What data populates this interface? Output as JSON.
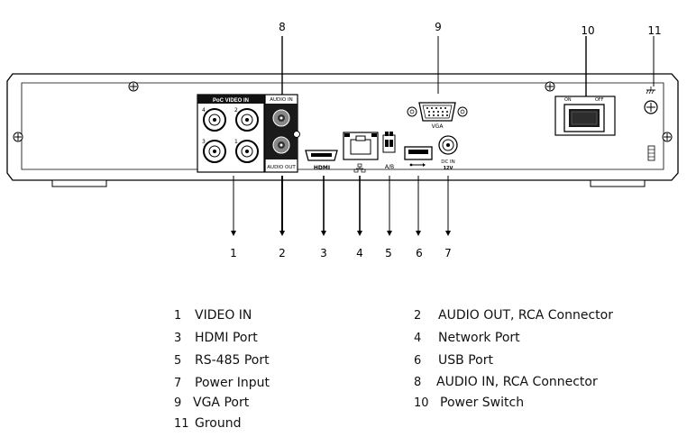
{
  "callouts": [
    "1",
    "2",
    "3",
    "4",
    "5",
    "6",
    "7",
    "8",
    "9",
    "10",
    "11"
  ],
  "panel_labels": {
    "poc_video_in": "PoC VIDEO IN",
    "audio_in": "AUDIO IN",
    "audio_out": "AUDIO OUT",
    "vga": "VGA",
    "hdmi": "HDMI",
    "rs485": "A/B",
    "dc_in": "DC IN",
    "dc_volt": "12V",
    "on": "ON",
    "off": "OFF",
    "bnc_ch": [
      "4",
      "2",
      "3",
      "1"
    ]
  },
  "legend": [
    {
      "num": "1",
      "text": "VIDEO IN"
    },
    {
      "num": "2",
      "text": "AUDIO OUT, RCA Connector"
    },
    {
      "num": "3",
      "text": "HDMI Port"
    },
    {
      "num": "4",
      "text": "Network Port"
    },
    {
      "num": "5",
      "text": "RS-485 Port"
    },
    {
      "num": "6",
      "text": "USB Port"
    },
    {
      "num": "7",
      "text": "Power Input"
    },
    {
      "num": "8",
      "text": "AUDIO IN, RCA Connector"
    },
    {
      "num": "9",
      "text": "VGA Port"
    },
    {
      "num": "10",
      "text": "Power Switch"
    },
    {
      "num": "11",
      "text": "Ground"
    }
  ]
}
